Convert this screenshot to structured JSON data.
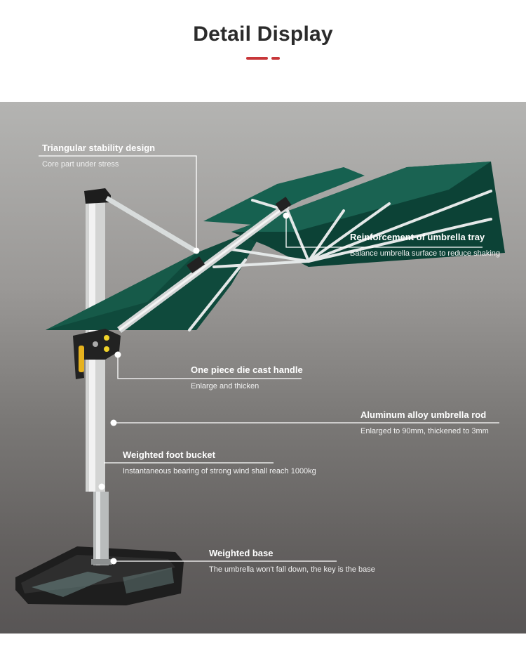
{
  "header": {
    "title": "Detail Display",
    "accent_color": "#c8373a"
  },
  "product": {
    "canopy_color": "#0f4a3c",
    "pole_color": "#d8d8d8",
    "background_top": "#b4b4b2",
    "background_bottom": "#585555"
  },
  "callouts": [
    {
      "title": "Triangular stability design",
      "subtitle": "Core part under stress"
    },
    {
      "title": "Reinforcement of umbrella tray",
      "subtitle": "Balance umbrella surface to reduce shaking"
    },
    {
      "title": "One piece die cast handle",
      "subtitle": "Enlarge and thicken"
    },
    {
      "title": "Aluminum alloy umbrella rod",
      "subtitle": "Enlarged to 90mm, thickened to 3mm"
    },
    {
      "title": "Weighted foot bucket",
      "subtitle": "Instantaneous bearing of strong wind shall reach 1000kg"
    },
    {
      "title": "Weighted base",
      "subtitle": "The umbrella won't fall down, the key is the base"
    }
  ]
}
